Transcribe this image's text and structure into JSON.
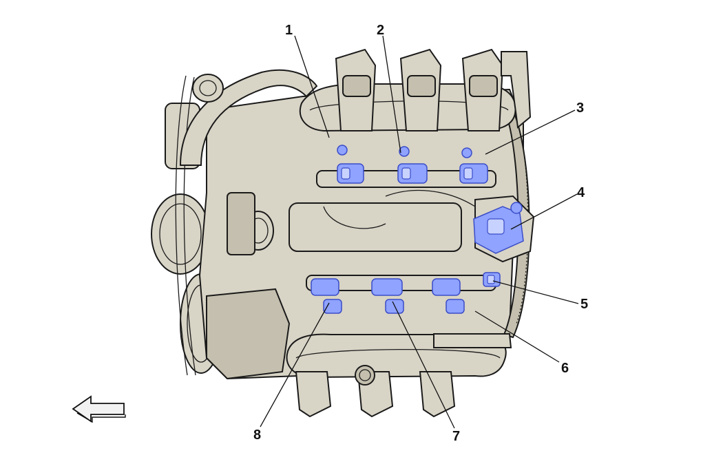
{
  "diagram": {
    "callouts": [
      {
        "label": "1"
      },
      {
        "label": "2"
      },
      {
        "label": "3"
      },
      {
        "label": "4"
      },
      {
        "label": "5"
      },
      {
        "label": "6"
      },
      {
        "label": "7"
      },
      {
        "label": "8"
      }
    ],
    "direction_arrow": "left-arrow-icon",
    "colors": {
      "engine_body": "#d8d4c6",
      "engine_shadow": "#c4bfae",
      "highlight_parts": "#8fa3ff",
      "outline": "#1a1a1a"
    }
  }
}
